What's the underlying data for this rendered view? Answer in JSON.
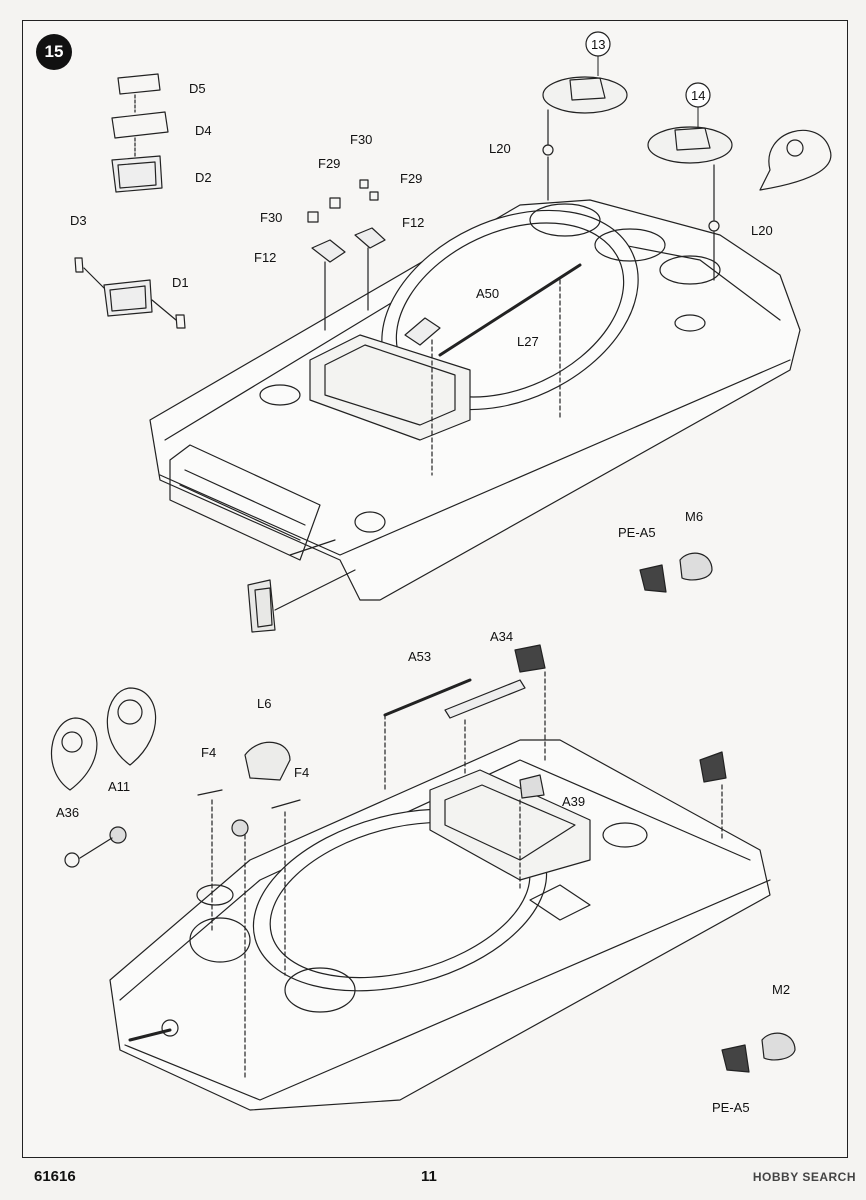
{
  "step": {
    "number": "15"
  },
  "upper": {
    "callouts": [
      "13",
      "14"
    ],
    "labels": {
      "D5": "D5",
      "D4": "D4",
      "D2": "D2",
      "D3": "D3",
      "D1": "D1",
      "F30a": "F30",
      "F29a": "F29",
      "F30b": "F30",
      "F29b": "F29",
      "F12a": "F12",
      "F12b": "F12",
      "A50": "A50",
      "L27": "L27",
      "L20a": "L20",
      "L20b": "L20",
      "PEA5": "PE-A5",
      "M6": "M6"
    }
  },
  "lower": {
    "labels": {
      "A53": "A53",
      "A34": "A34",
      "L6": "L6",
      "F4a": "F4",
      "F4b": "F4",
      "A11": "A11",
      "A36": "A36",
      "A39": "A39",
      "M2": "M2",
      "PEA5": "PE-A5"
    }
  },
  "footer": {
    "code": "61616",
    "page": "11",
    "watermark": "HOBBY SEARCH"
  }
}
